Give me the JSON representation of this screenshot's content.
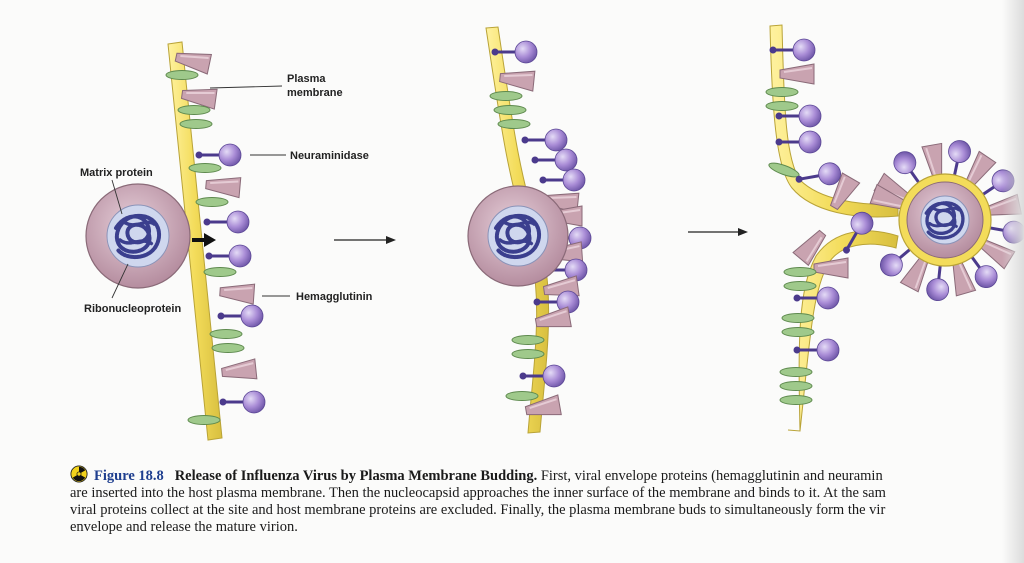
{
  "labels": {
    "plasma_membrane_1": "Plasma",
    "plasma_membrane_2": "membrane",
    "neuraminidase": "Neuraminidase",
    "matrix_protein": "Matrix protein",
    "ribonucleoprotein": "Ribonucleoprotein",
    "hemagglutinin": "Hemagglutinin"
  },
  "caption": {
    "figure_number": "Figure 18.8",
    "title": "Release of Influenza Virus by Plasma Membrane Budding.",
    "line1_rest": "First, viral envelope proteins (hemagglutinin and neuramin",
    "line2": "are inserted into the host plasma membrane. Then the nucleocapsid approaches the inner surface of the membrane and binds to it. At the sam",
    "line3": "viral proteins collect at the site and host membrane proteins are excluded. Finally, the plasma membrane buds to simultaneously form the vir",
    "line4": "envelope and release the mature virion."
  },
  "colors": {
    "membrane": "#f3dc5a",
    "membrane_edge": "#b9a337",
    "hemagglutinin": "#c9a3b0",
    "hemagglutinin_edge": "#8a6a78",
    "neuraminidase": "#a98cd6",
    "neuraminidase_stem": "#4b3a8c",
    "host_protein": "#9fc98b",
    "matrix": "#caa6b6",
    "rnp_bg": "#cfd7ee",
    "rnp_coil": "#3b3f8e",
    "caption_accent": "#1f3f8f"
  },
  "icons": {
    "caption_marker": "cd-rom-radiation-icon"
  }
}
